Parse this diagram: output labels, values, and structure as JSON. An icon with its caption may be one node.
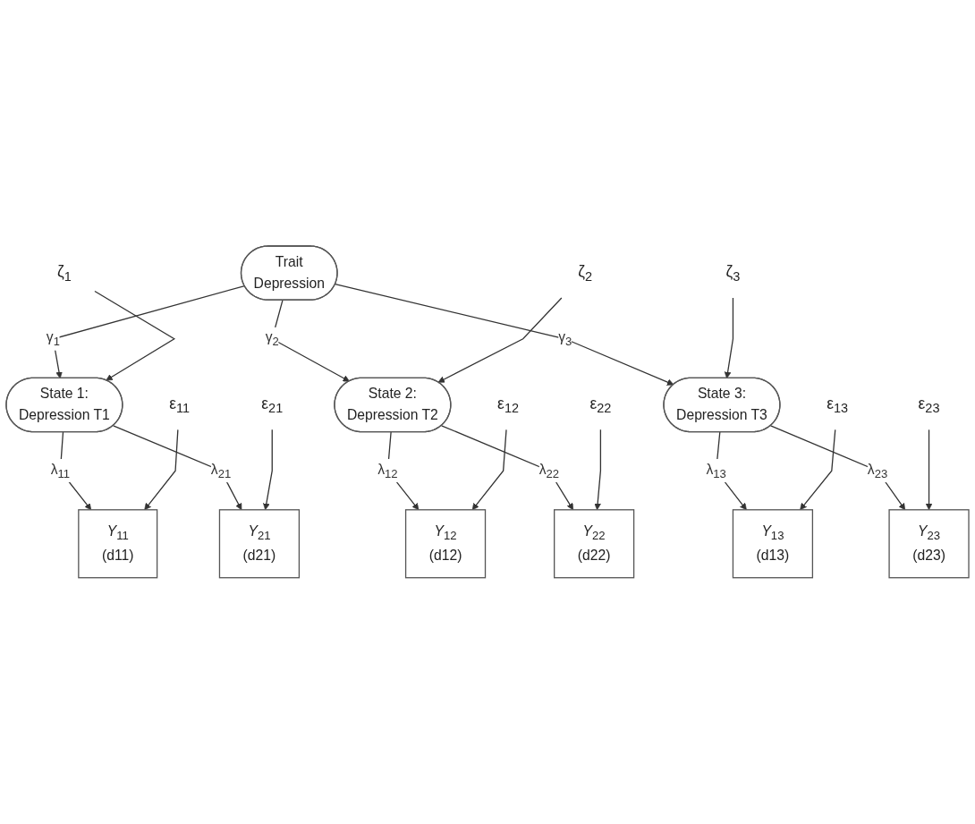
{
  "diagram": {
    "nodes": [
      {
        "text": [
          "Trait",
          "Depression"
        ]
      },
      {
        "text": [
          "ζ$_{1}$"
        ]
      },
      {
        "text": [
          "State 1:",
          "Depression T1"
        ]
      },
      {
        "text": [
          "ζ$_{2}$"
        ]
      },
      {
        "text": [
          "State 2:",
          "Depression T2"
        ]
      },
      {
        "text": [
          "State 3:",
          "Depression T3"
        ]
      },
      {
        "text": [
          "ζ$_{3}$"
        ]
      },
      {
        "text": [
          "*Y*$_{11}$",
          "(d11)"
        ]
      },
      {
        "text": [
          "*Y*$_{21}$",
          "(d21)"
        ]
      },
      {
        "text": [
          "*Y*$_{12}$",
          "(d12)"
        ]
      },
      {
        "text": [
          "*Y*$_{22}$",
          "(d22)"
        ]
      },
      {
        "text": [
          "*Y*$_{13}$",
          "(d13)"
        ]
      },
      {
        "text": [
          "*Y*$_{23}$",
          "(d23)"
        ]
      },
      {
        "text": [
          "ε$_{11}$"
        ]
      },
      {
        "text": [
          "ε$_{21}$"
        ]
      },
      {
        "text": [
          "ε$_{12}$"
        ]
      },
      {
        "text": [
          "ε$_{22}$"
        ]
      },
      {
        "text": [
          "ε$_{13}$"
        ]
      },
      {
        "text": [
          "ε$_{23}$"
        ]
      }
    ],
    "edges": [
      {
        "from": 0,
        "to": 2,
        "arrow": "to",
        "label": "γ$_{1}$"
      },
      {
        "from": 0,
        "to": 4,
        "arrow": "to",
        "label": "γ$_{2}$"
      },
      {
        "from": 0,
        "to": 5,
        "arrow": "to",
        "label": "γ$_{3}$"
      },
      {
        "from": 1,
        "to": 2,
        "arrow": "to"
      },
      {
        "from": 3,
        "to": 4,
        "arrow": "to"
      },
      {
        "from": 6,
        "to": 5,
        "arrow": "to"
      },
      {
        "from": 2,
        "to": 7,
        "arrow": "to",
        "label": "λ$_{11}$"
      },
      {
        "from": 2,
        "to": 8,
        "arrow": "to",
        "label": "λ$_{21}$"
      },
      {
        "from": 4,
        "to": 9,
        "arrow": "to",
        "label": "λ$_{12}$"
      },
      {
        "from": 4,
        "to": 10,
        "arrow": "to",
        "label": "λ$_{22}$"
      },
      {
        "from": 5,
        "to": 11,
        "arrow": "to",
        "label": "λ$_{13}$"
      },
      {
        "from": 5,
        "to": 12,
        "arrow": "to",
        "label": "λ$_{23}$"
      },
      {
        "from": 13,
        "to": 7,
        "arrow": "to"
      },
      {
        "from": 14,
        "to": 8,
        "arrow": "to"
      },
      {
        "from": 15,
        "to": 9,
        "arrow": "to"
      },
      {
        "from": 16,
        "to": 10,
        "arrow": "to"
      },
      {
        "from": 17,
        "to": 11,
        "arrow": "to"
      },
      {
        "from": 18,
        "to": 12,
        "arrow": "to"
      }
    ]
  }
}
